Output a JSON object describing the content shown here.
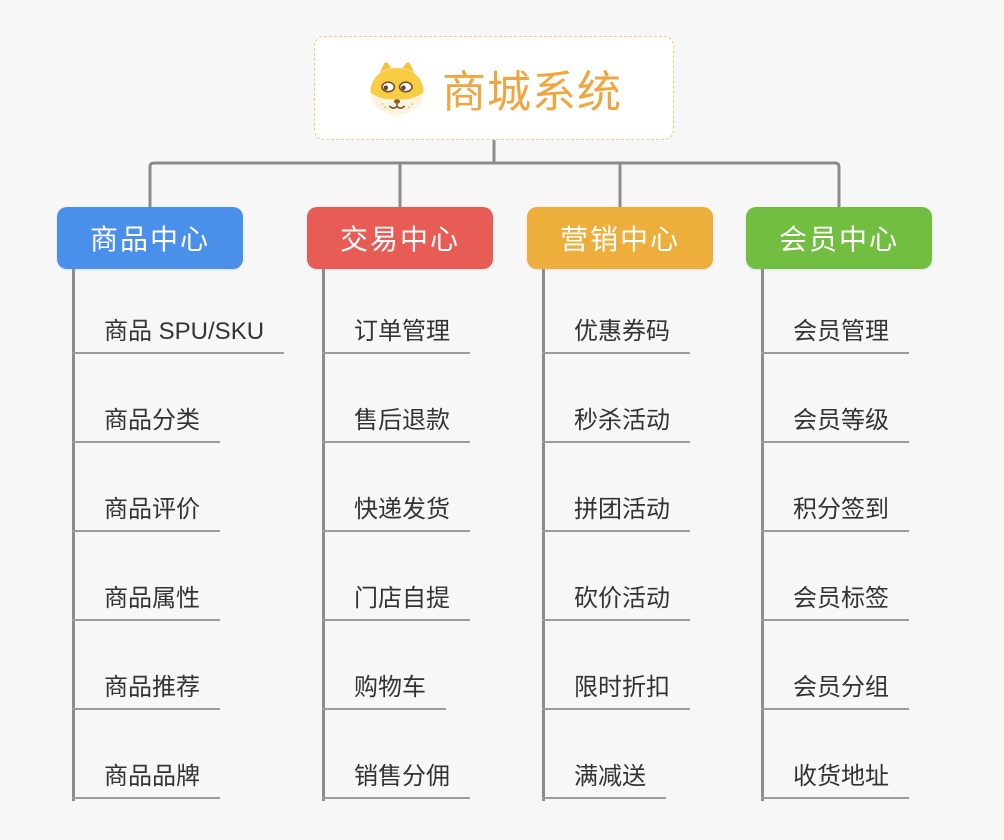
{
  "root": {
    "title": "商城系统",
    "icon": "shiba-dog-icon"
  },
  "branches": [
    {
      "label": "商品中心",
      "color": "#4A8FE9",
      "items": [
        "商品 SPU/SKU",
        "商品分类",
        "商品评价",
        "商品属性",
        "商品推荐",
        "商品品牌"
      ]
    },
    {
      "label": "交易中心",
      "color": "#E85C56",
      "items": [
        "订单管理",
        "售后退款",
        "快递发货",
        "门店自提",
        "购物车",
        "销售分佣"
      ]
    },
    {
      "label": "营销中心",
      "color": "#EDAE3C",
      "items": [
        "优惠券码",
        "秒杀活动",
        "拼团活动",
        "砍价活动",
        "限时折扣",
        "满减送"
      ]
    },
    {
      "label": "会员中心",
      "color": "#72BE40",
      "items": [
        "会员管理",
        "会员等级",
        "积分签到",
        "会员标签",
        "会员分组",
        "收货地址"
      ]
    }
  ],
  "colors": {
    "background": "#F7F7F7",
    "title": "#F0A63E",
    "root_border": "#F3C983",
    "connector": "#8C8C8C",
    "leaf_underline": "#9C9C9C",
    "leaf_text": "#333333"
  }
}
